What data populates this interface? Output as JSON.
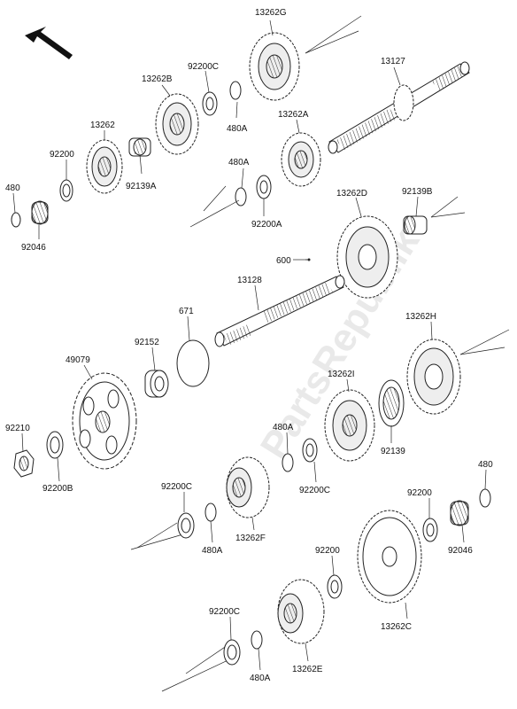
{
  "watermark": "PartsRepublik",
  "labels": {
    "l13262G": "13262G",
    "l13127": "13127",
    "l92200C_top": "92200C",
    "l13262B": "13262B",
    "l480A_top": "480A",
    "l13262A": "13262A",
    "l13262": "13262",
    "l92200_top": "92200",
    "l92139A": "92139A",
    "l480_left": "480",
    "l92046_left": "92046",
    "l480A_mid": "480A",
    "l92200A": "92200A",
    "l13262D": "13262D",
    "l92139B": "92139B",
    "l600": "600",
    "l13128": "13128",
    "l671": "671",
    "l92152": "92152",
    "l49079": "49079",
    "l13262H": "13262H",
    "l13262I": "13262I",
    "l480A_low": "480A",
    "l92139": "92139",
    "l92210": "92210",
    "l92200B": "92200B",
    "l92200C_mid": "92200C",
    "l92200C_low": "92200C",
    "l480A_f": "480A",
    "l13262F": "13262F",
    "l480_right": "480",
    "l92200_right": "92200",
    "l92046_right": "92046",
    "l92200_low": "92200",
    "l13262C": "13262C",
    "l92200C_bot": "92200C",
    "l480A_bot": "480A",
    "l13262E": "13262E"
  }
}
